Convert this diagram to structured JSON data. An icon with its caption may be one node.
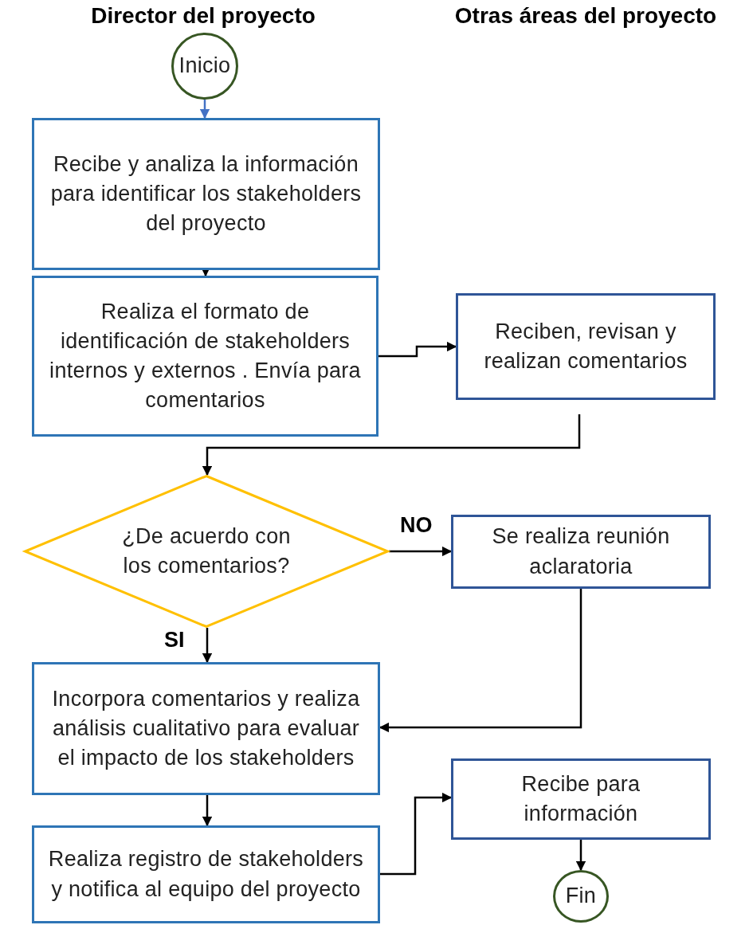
{
  "diagram": {
    "nodes": [
      {
        "text": [
          "Inicio"
        ]
      },
      {
        "text": [
          "Recibe y analiza la información para identificar los stakeholders del proyecto"
        ]
      },
      {
        "text": [
          "Realiza el formato de identificación de stakeholders internos y externos . Envía para comentarios"
        ]
      },
      {
        "text": [
          "Reciben, revisan y realizan comentarios"
        ]
      },
      {
        "text": [
          "¿De acuerdo con los comentarios?"
        ]
      },
      {
        "text": [
          "Se realiza reunión aclaratoria"
        ]
      },
      {
        "text": [
          "Incorpora comentarios y realiza análisis cualitativo para evaluar el impacto de los stakeholders"
        ]
      },
      {
        "text": [
          "Realiza registro de stakeholders y notifica al equipo del proyecto"
        ]
      },
      {
        "text": [
          "Recibe para información"
        ]
      },
      {
        "text": [
          "Fin"
        ]
      }
    ],
    "edges": [
      {
        "from": 0,
        "to": 1,
        "arrow": "to",
        "color": "#4472c4"
      },
      {
        "from": 1,
        "to": 2,
        "arrow": "to"
      },
      {
        "from": 2,
        "to": 3,
        "arrow": "to"
      },
      {
        "from": 3,
        "to": 4,
        "arrow": "to"
      },
      {
        "from": 4,
        "to": 5,
        "arrow": "to",
        "label": "NO"
      },
      {
        "from": 4,
        "to": 6,
        "arrow": "to",
        "label": "SI"
      },
      {
        "from": 5,
        "to": 6,
        "arrow": "to"
      },
      {
        "from": 6,
        "to": 7,
        "arrow": "to"
      },
      {
        "from": 7,
        "to": 8,
        "arrow": "to"
      },
      {
        "from": 8,
        "to": 9,
        "arrow": "to"
      }
    ],
    "labels": [
      "Director del proyecto",
      "Otras áreas del proyecto"
    ]
  }
}
